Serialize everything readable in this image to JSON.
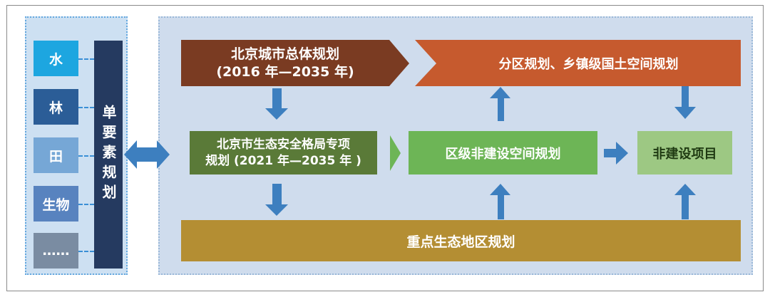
{
  "elements": [
    {
      "label": "水",
      "color": "#1da6e0"
    },
    {
      "label": "林",
      "color": "#2b5d97"
    },
    {
      "label": "田",
      "color": "#76a7d6"
    },
    {
      "label": "生物",
      "color": "#5883bf"
    },
    {
      "label": "……",
      "color": "#7a8ca2"
    }
  ],
  "single_element": "单要素规划",
  "master_plan": {
    "line1": "北京城市总体规划",
    "line2": "(2016 年—2035 年)"
  },
  "district_plan": "分区规划、乡镇级国土空间规划",
  "eco_plan": {
    "line1": "北京市生态安全格局专项",
    "line2": "规划 (2021 年—2035 年 )"
  },
  "district_nonbuild_plan": "区级非建设空间规划",
  "nonbuild_projects": "非建设项目",
  "key_eco_areas": "重点生态地区规划",
  "colors": {
    "master": "#7a3b22",
    "district": "#c65a2e",
    "eco": "#5a7a38",
    "nonbuild_plan": "#6db556",
    "nonbuild_proj": "#9dc883",
    "key_area": "#b48e33",
    "arrow": "#3d7fbf",
    "single": "#253a60"
  }
}
